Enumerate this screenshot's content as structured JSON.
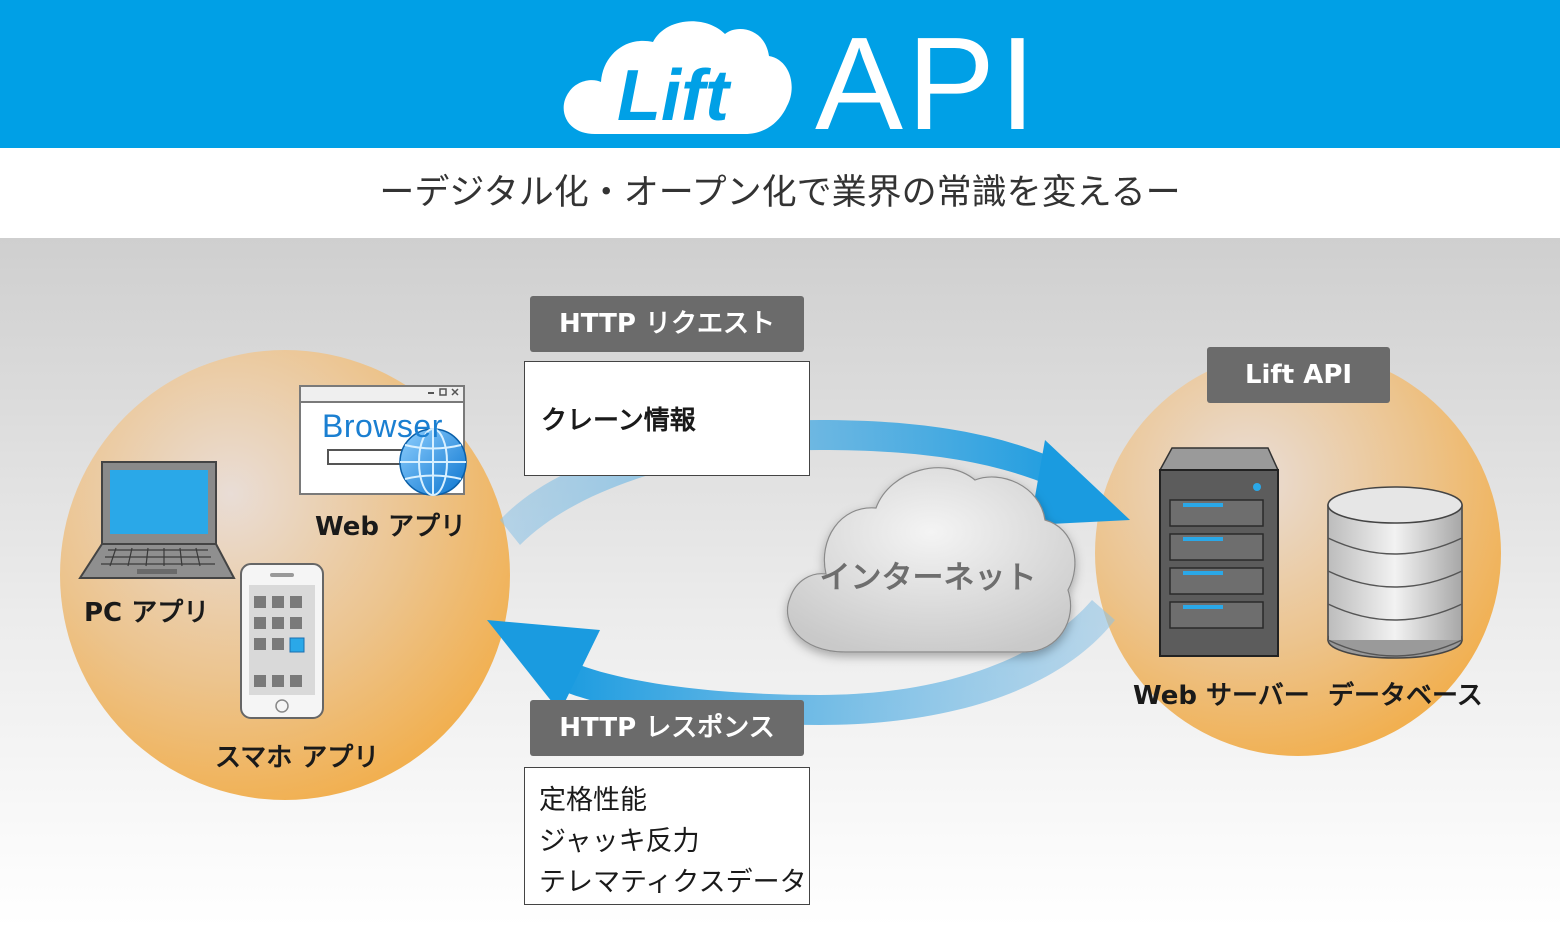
{
  "header": {
    "logo_text": "Lift",
    "title": "API",
    "colors": {
      "brand_blue": "#00a0e6",
      "cloud_white": "#ffffff"
    }
  },
  "tagline": "ーデジタル化・オープン化で業界の常識を変えるー",
  "client_side": {
    "pc_label": "PC アプリ",
    "web_label": "Web アプリ",
    "browser_word": "Browser",
    "smartphone_label": "スマホ アプリ",
    "icons": [
      "laptop-icon",
      "browser-window-icon",
      "globe-icon",
      "smartphone-icon"
    ]
  },
  "request": {
    "tag": "HTTP リクエスト",
    "items": [
      "クレーン情報"
    ]
  },
  "internet": {
    "label": "インターネット"
  },
  "response": {
    "tag": "HTTP レスポンス",
    "items": [
      "定格性能",
      "ジャッキ反力",
      "テレマティクスデータ"
    ]
  },
  "server_side": {
    "tag": "Lift API",
    "server_label": "Web サーバー",
    "database_label": "データベース",
    "icons": [
      "server-tower-icon",
      "database-icon"
    ]
  },
  "colors": {
    "circle_orange": "#f2b45a",
    "arrow_blue": "#1a9be0",
    "tag_gray": "#6b6b6b"
  }
}
